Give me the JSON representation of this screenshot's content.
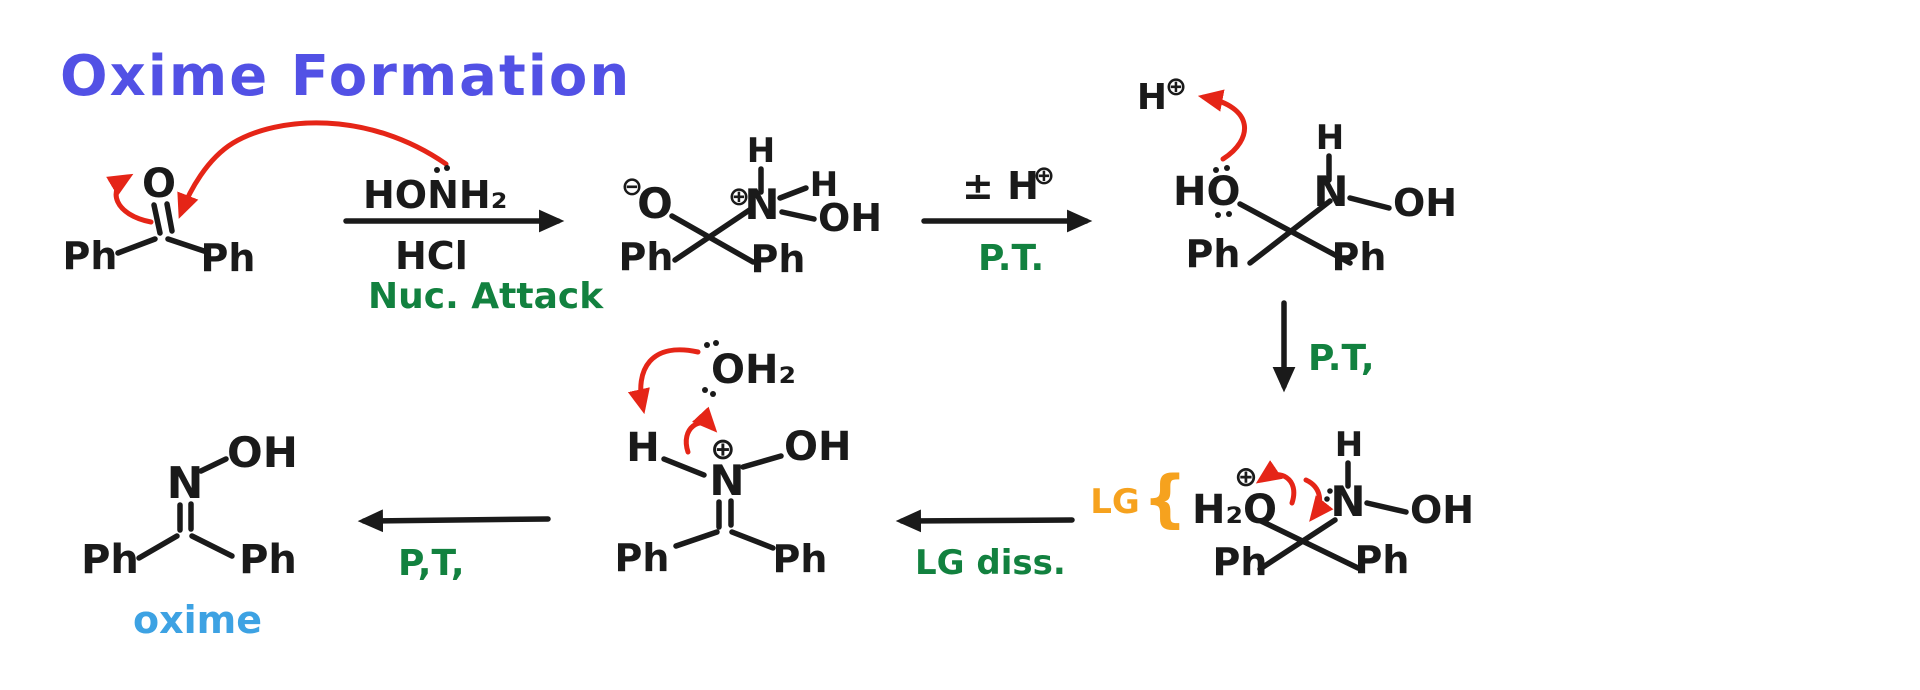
{
  "title": "Oxime Formation",
  "colors": {
    "title_blue": "#5251e5",
    "ink_black": "#1a1a1a",
    "arrow_red": "#e52517",
    "annotation_green": "#12813f",
    "lg_orange": "#f6a21e",
    "oxime_blue": "#3da2e3"
  },
  "step1": {
    "reagent_above": "HONH₂",
    "reagent_below": "HCl",
    "annotation": "Nuc. Attack"
  },
  "step2": {
    "reagent_above": "± H",
    "charge": "⊕",
    "annotation": "P.T."
  },
  "step3": {
    "annotation": "P.T,"
  },
  "step4": {
    "lg_label": "LG",
    "brace": "{",
    "annotation": "LG diss."
  },
  "step5": {
    "annotation": "P,T,"
  },
  "mol1": {
    "o": "O",
    "ph_left": "Ph",
    "ph_right": "Ph"
  },
  "mol2": {
    "minus": "⊖",
    "o": "O",
    "plus": "⊕",
    "n": "N",
    "h_top": "H",
    "h_right": "H",
    "oh": "OH",
    "ph_left": "Ph",
    "ph_right": "Ph"
  },
  "mol3": {
    "h_plus": "H",
    "plus": "⊕",
    "ho": "HO",
    "n": "N",
    "h_top": "H",
    "oh": "OH",
    "ph_left": "Ph",
    "ph_right": "Ph"
  },
  "mol4": {
    "h2o": "H₂O",
    "plus": "⊕",
    "n": "N",
    "h_top": "H",
    "oh": "OH",
    "ph_left": "Ph",
    "ph_right": "Ph"
  },
  "mol5": {
    "water": "OH₂",
    "h": "H",
    "plus": "⊕",
    "n": "N",
    "oh": "OH",
    "ph_left": "Ph",
    "ph_right": "Ph"
  },
  "mol6": {
    "oh": "OH",
    "n": "N",
    "ph_left": "Ph",
    "ph_right": "Ph",
    "caption": "oxime"
  }
}
